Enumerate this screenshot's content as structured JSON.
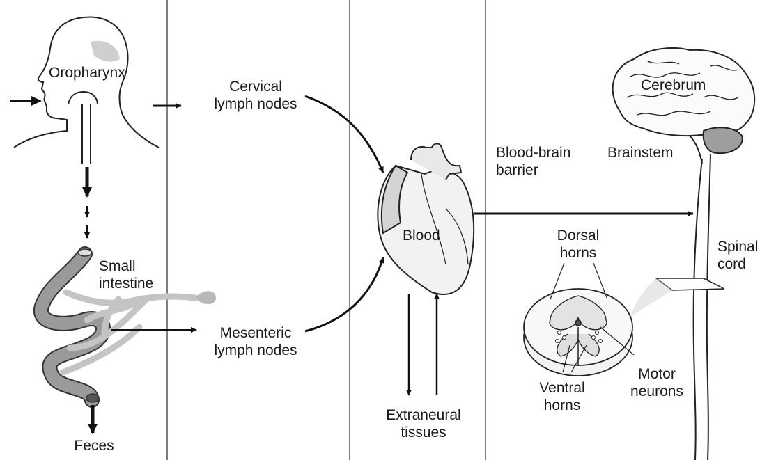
{
  "labels": {
    "oropharynx": "Oropharynx",
    "cervical_line1": "Cervical",
    "cervical_line2": "lymph nodes",
    "small_intestine_line1": "Small",
    "small_intestine_line2": "intestine",
    "feces": "Feces",
    "mesenteric_line1": "Mesenteric",
    "mesenteric_line2": "lymph nodes",
    "blood": "Blood",
    "extraneural_line1": "Extraneural",
    "extraneural_line2": "tissues",
    "bbb_line1": "Blood-brain",
    "bbb_line2": "barrier",
    "cerebrum": "Cerebrum",
    "brainstem": "Brainstem",
    "spinal_line1": "Spinal",
    "spinal_line2": "cord",
    "dorsal_line1": "Dorsal",
    "dorsal_line2": "horns",
    "ventral_line1": "Ventral",
    "ventral_line2": "horns",
    "motor_line1": "Motor",
    "motor_line2": "neurons"
  },
  "colors": {
    "line": "#111111",
    "tissue_gray": "#bdbdbd",
    "tissue_light": "#e4e4e4",
    "divider": "#555555"
  }
}
